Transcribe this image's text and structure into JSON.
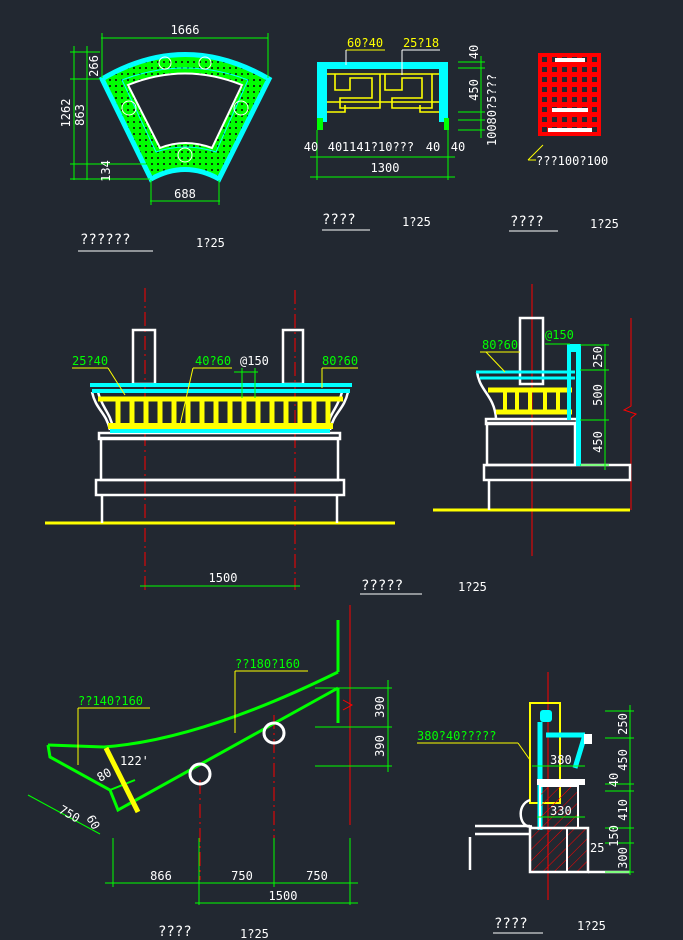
{
  "colors": {
    "background": "#222831",
    "dimension": "#00ff00",
    "outline": "#ffffff",
    "cyan": "#00ffff",
    "yellow": "#ffff00",
    "red": "#ff0000"
  },
  "fan_plan": {
    "dims": {
      "top": "1666",
      "total_height": "1262",
      "upper": "266",
      "middle": "863",
      "lower": "134",
      "bottom": "688"
    },
    "title": "??????",
    "scale": "1?25"
  },
  "frame_elevation": {
    "labels": {
      "top_bar": "60?40",
      "fret": "25?18"
    },
    "dims": {
      "l1": "40",
      "l2": "40",
      "mid": "1141?10???",
      "r1": "40",
      "r2": "40",
      "total": "1300",
      "v_top": "40",
      "v_mid": "450",
      "v_note": "10080?5???"
    },
    "title": "????",
    "scale": "1?25"
  },
  "lattice_panel": {
    "label": "???100?100",
    "title": "????",
    "scale": "1?25"
  },
  "front_elevation": {
    "labels": {
      "a": "25?40",
      "b": "40?60",
      "spacing": "@150",
      "c": "80?60"
    },
    "dims": {
      "span": "1500"
    },
    "title": "?????",
    "scale": "1?25"
  },
  "side_elevation": {
    "labels": {
      "a": "80?60",
      "spacing": "@150"
    },
    "dims": {
      "d1": "250",
      "d2": "500",
      "d3": "450"
    }
  },
  "bracket_detail": {
    "labels": {
      "lower": "??140?160",
      "upper": "??180?160"
    },
    "angles": {
      "a": "122'",
      "b": "80"
    },
    "dims": {
      "len": "750",
      "thick": "60",
      "h1": "866",
      "h2": "750",
      "h3": "750",
      "total": "1500",
      "v1": "390",
      "v2": "390"
    },
    "title": "????",
    "scale": "1?25"
  },
  "section_detail": {
    "label": "380?40?????",
    "dims": {
      "w1": "380",
      "w2": "330",
      "w3": "25",
      "v1": "250",
      "v2": "450",
      "v3": "40",
      "v4": "410",
      "v5": "150",
      "v6": "300"
    },
    "title": "????",
    "scale": "1?25"
  }
}
